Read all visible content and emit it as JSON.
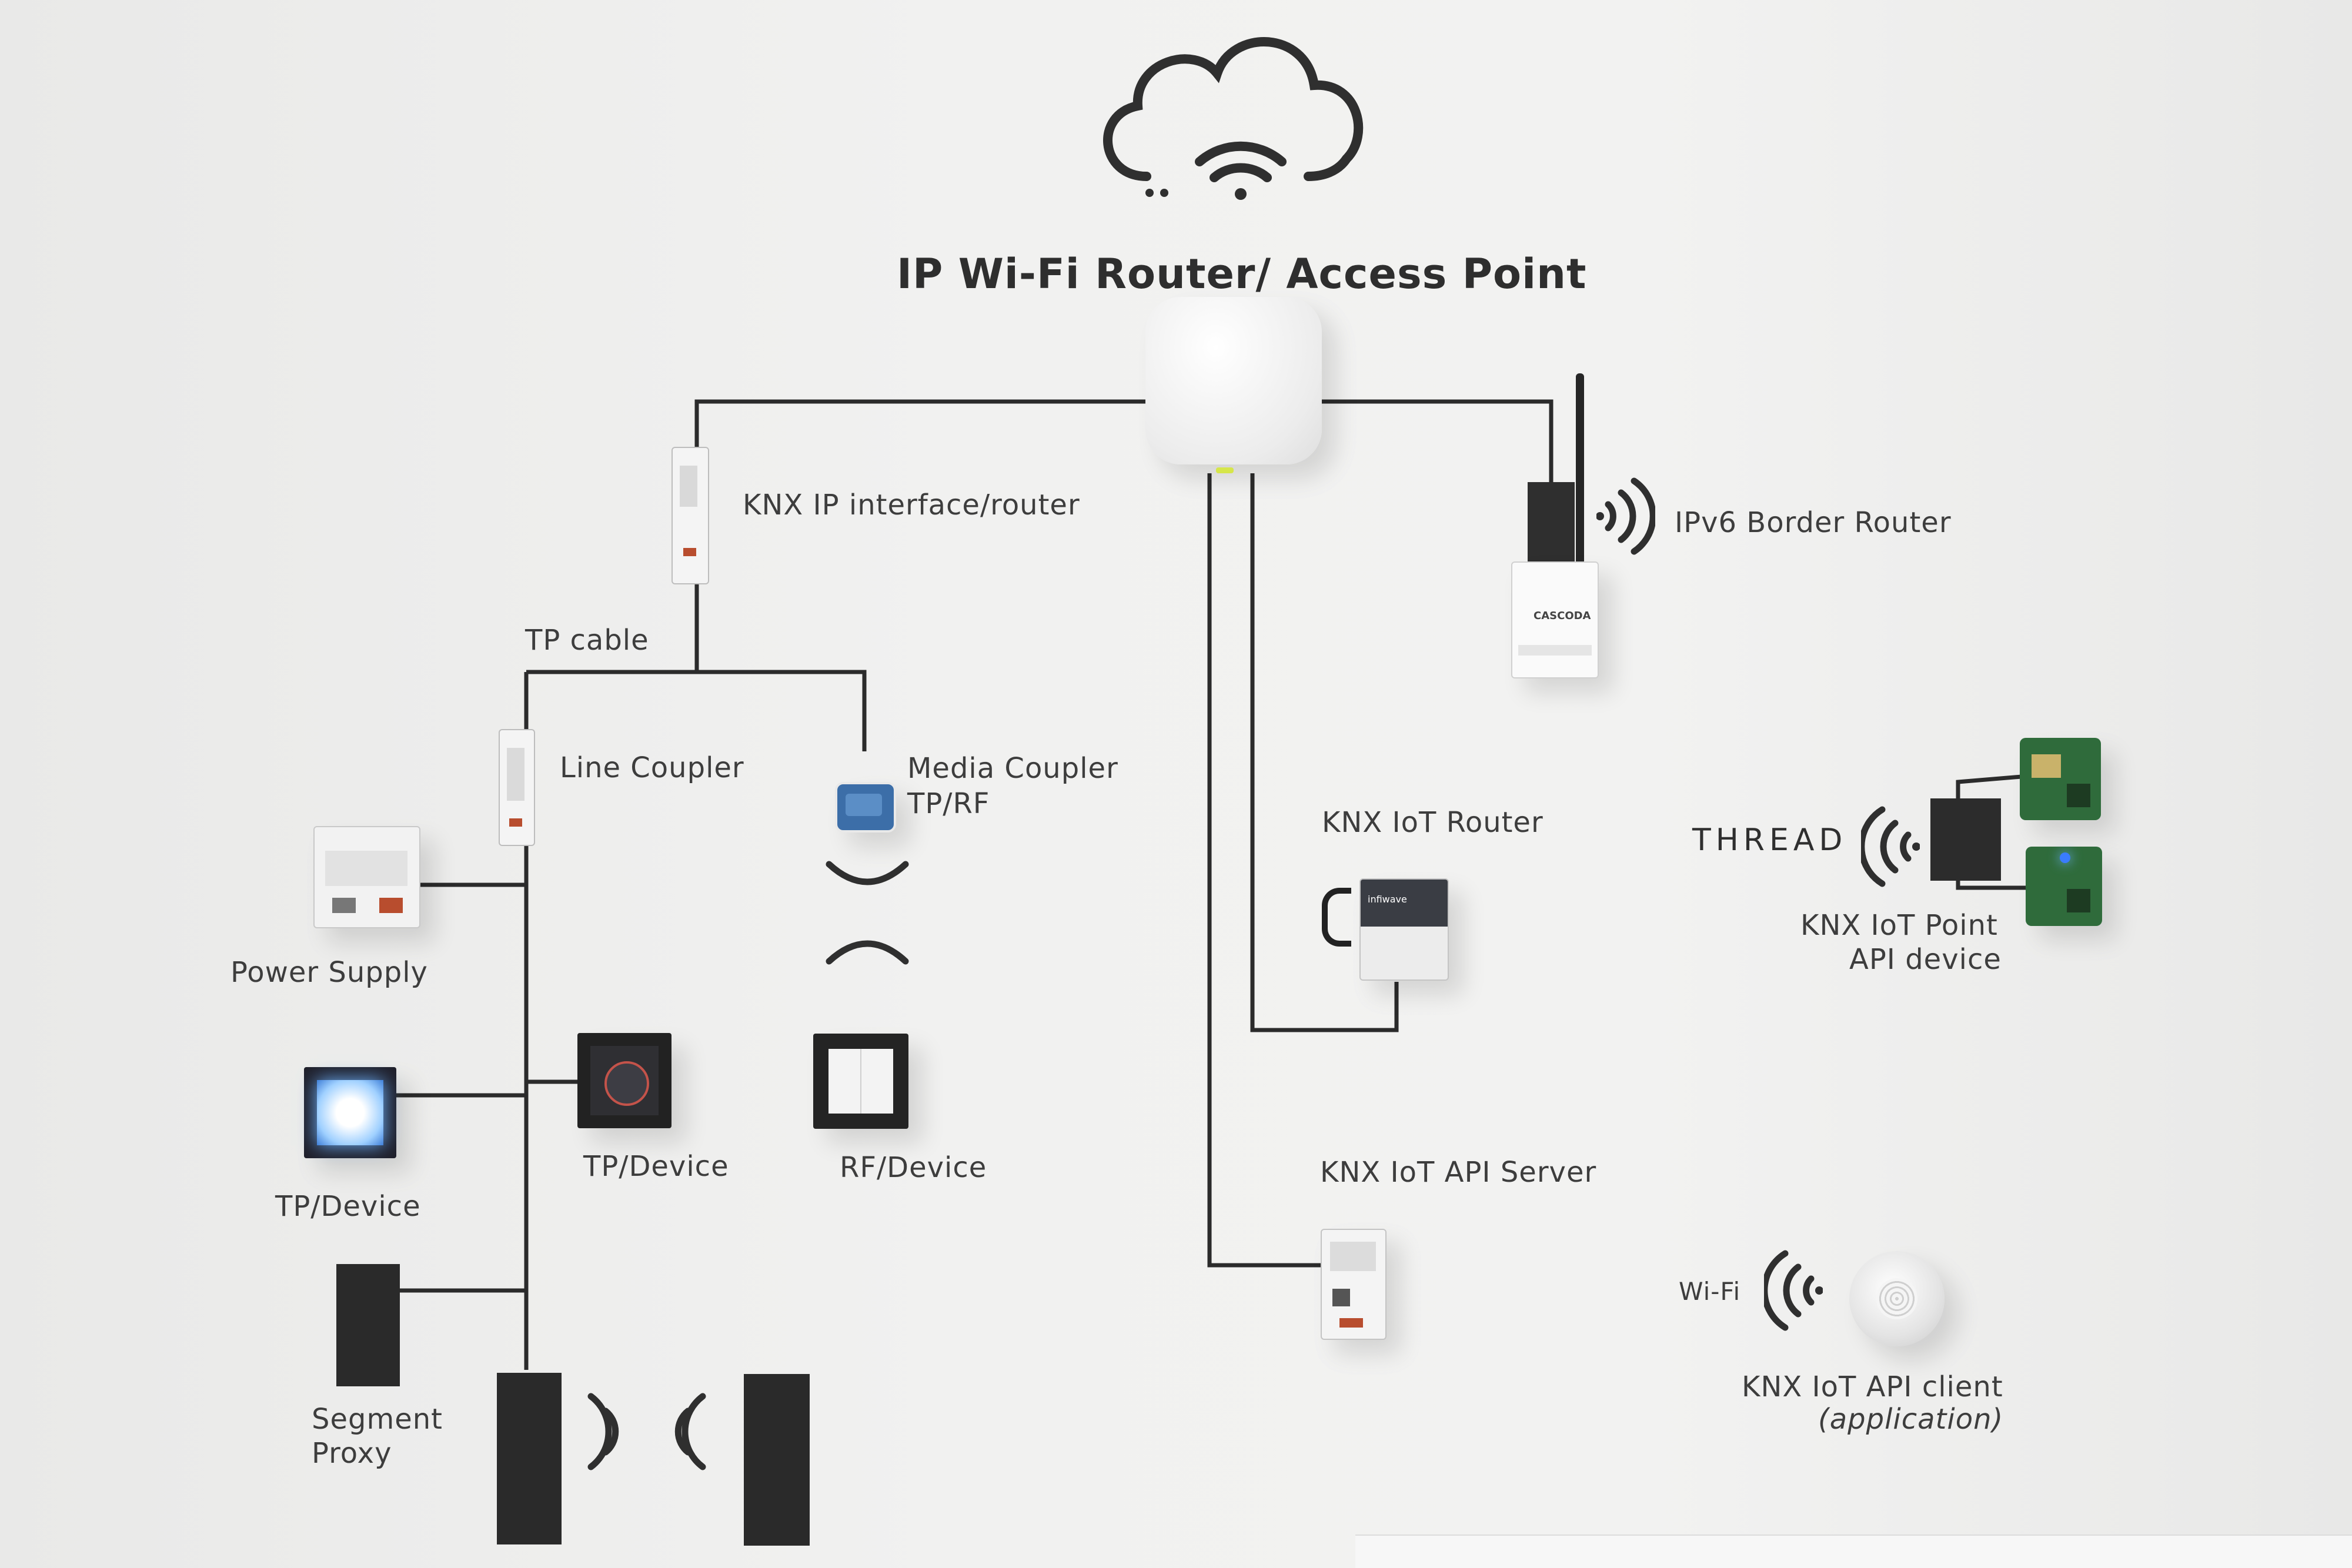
{
  "labels": {
    "title": "IP Wi-Fi Router/ Access Point",
    "knx_ip_interface": "KNX IP interface/router",
    "ipv6_border_router": "IPv6 Border Router",
    "tp_cable": "TP cable",
    "line_coupler": "Line Coupler",
    "media_coupler_line1": "Media Coupler",
    "media_coupler_line2": "TP/RF",
    "knx_iot_router": "KNX IoT Router",
    "thread": "THREAD",
    "knx_iot_point_line1": "KNX IoT Point",
    "knx_iot_point_line2": "API device",
    "power_supply": "Power Supply",
    "tp_device_center": "TP/Device",
    "rf_device": "RF/Device",
    "tp_device_left": "TP/Device",
    "knx_iot_api_server": "KNX IoT API Server",
    "wifi": "Wi-Fi",
    "knx_iot_api_client_line1": "KNX IoT  API client",
    "knx_iot_api_client_line2": "(application)",
    "segment_proxy_line1": "Segment",
    "segment_proxy_line2": "Proxy"
  },
  "device_text": {
    "border_router_brand": "CASCODA",
    "iot_router_brand": "infiwave"
  },
  "colors": {
    "wall": "#efefee",
    "line": "#2b2b2b",
    "text": "#3d3d3d",
    "device_black": "#2a2a2a",
    "pcb_green": "#2f6b3b",
    "glow_blue": "#6fb4ff"
  },
  "icons": [
    "cloud-wifi-icon",
    "wireless-waves-icon",
    "thread-logo-icon"
  ]
}
